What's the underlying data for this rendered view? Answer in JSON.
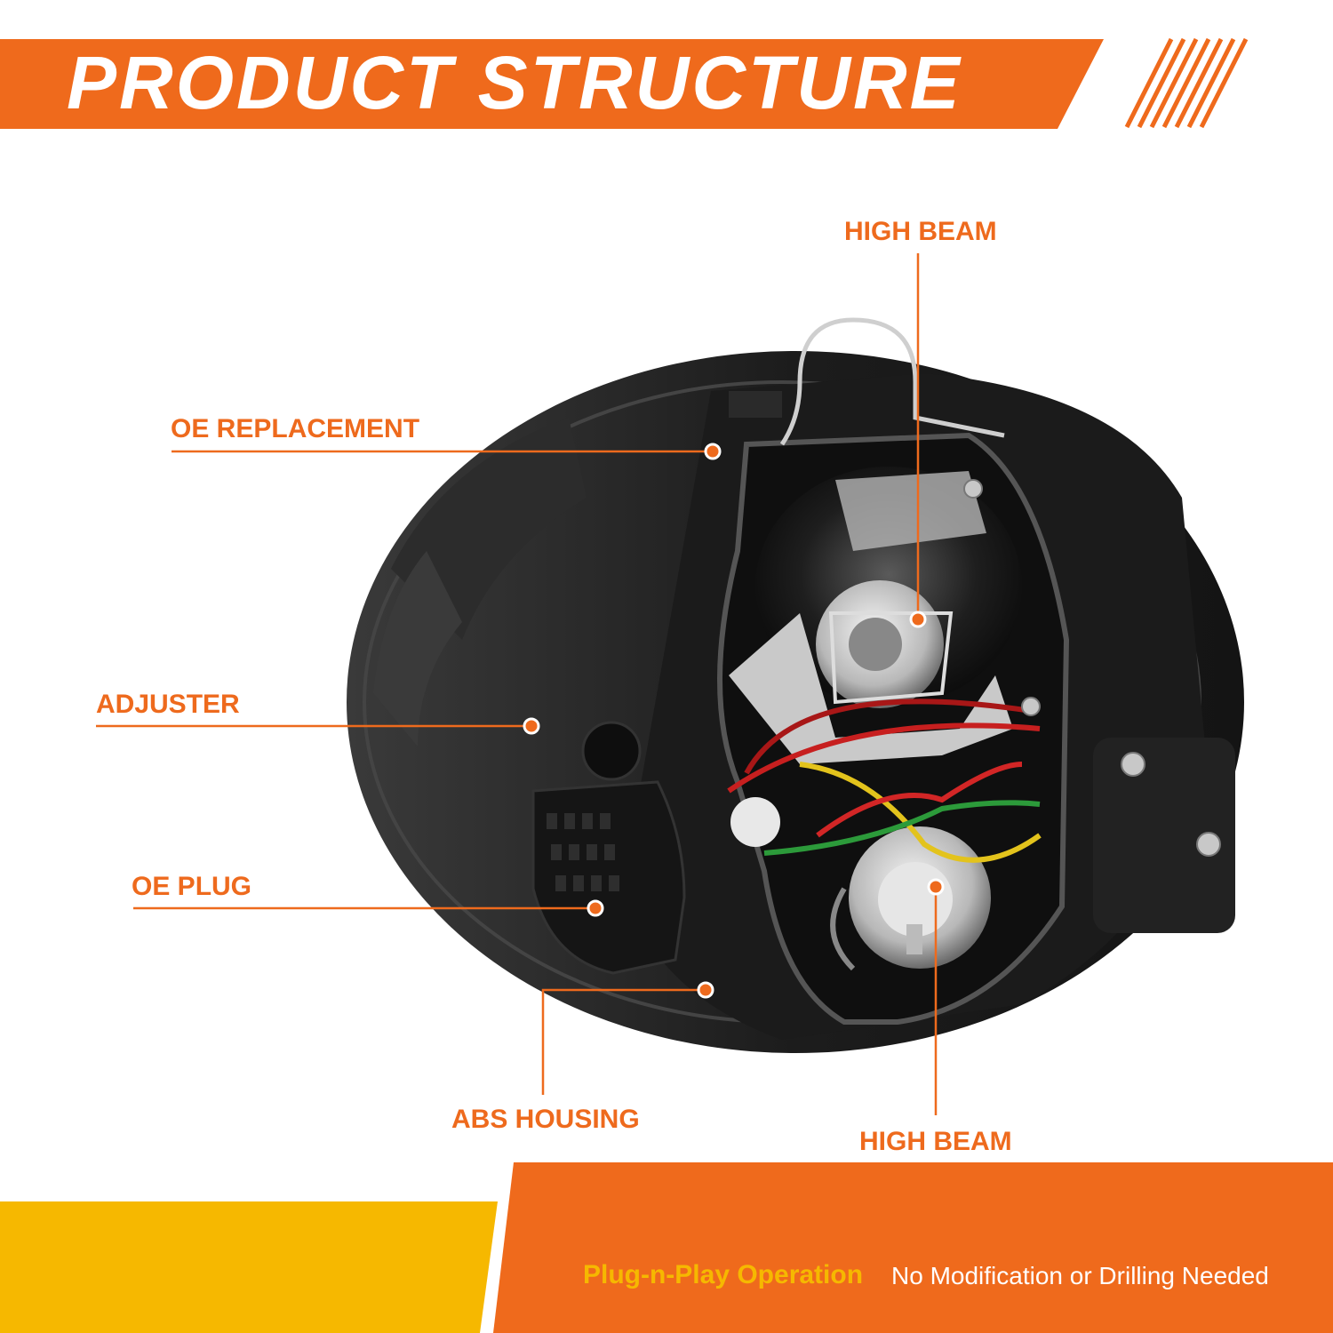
{
  "header": {
    "title": "PRODUCT STRUCTURE"
  },
  "callouts": {
    "high_beam_top": "HIGH BEAM",
    "oe_replacement": "OE REPLACEMENT",
    "adjuster": "ADJUSTER",
    "oe_plug": "OE PLUG",
    "abs_housing": "ABS HOUSING",
    "high_beam_bottom": "HIGH BEAM"
  },
  "footer": {
    "feature_label": "Plug-n-Play Operation",
    "feature_note": "No Modification or Drilling Needed"
  },
  "colors": {
    "accent_orange": "#ee6a1d",
    "footer_yellow": "#f6b800",
    "text_white": "#ffffff"
  }
}
